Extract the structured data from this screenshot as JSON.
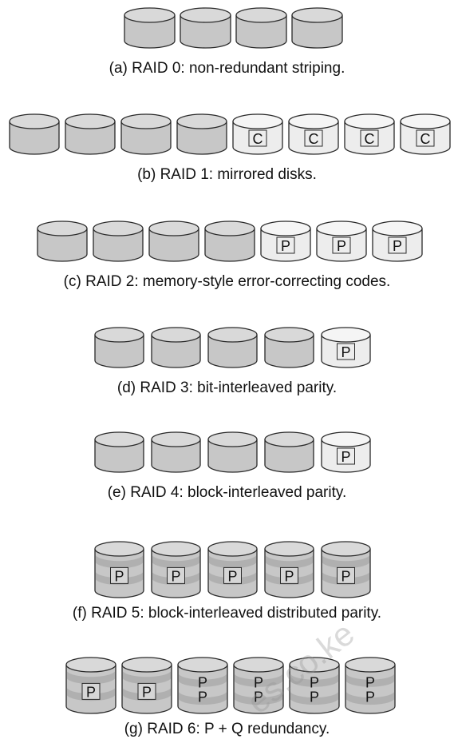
{
  "colors": {
    "disk_fill": "#c7c7c7",
    "disk_top": "#d9d9d9",
    "disk_stroke": "#2a2a2a",
    "redundant_fill": "#ededed",
    "band": "#a8a8a8"
  },
  "levels": [
    {
      "caption": "(a) RAID 0: non-redundant striping.",
      "disks": [
        {
          "kind": "plain"
        },
        {
          "kind": "plain"
        },
        {
          "kind": "plain"
        },
        {
          "kind": "plain"
        }
      ]
    },
    {
      "caption": "(b) RAID 1: mirrored disks.",
      "disks": [
        {
          "kind": "plain"
        },
        {
          "kind": "plain"
        },
        {
          "kind": "plain"
        },
        {
          "kind": "plain"
        },
        {
          "kind": "redundant",
          "labels": [
            "C"
          ]
        },
        {
          "kind": "redundant",
          "labels": [
            "C"
          ]
        },
        {
          "kind": "redundant",
          "labels": [
            "C"
          ]
        },
        {
          "kind": "redundant",
          "labels": [
            "C"
          ]
        }
      ]
    },
    {
      "caption": "(c) RAID 2: memory-style error-correcting codes.",
      "disks": [
        {
          "kind": "plain"
        },
        {
          "kind": "plain"
        },
        {
          "kind": "plain"
        },
        {
          "kind": "plain"
        },
        {
          "kind": "redundant",
          "labels": [
            "P"
          ]
        },
        {
          "kind": "redundant",
          "labels": [
            "P"
          ]
        },
        {
          "kind": "redundant",
          "labels": [
            "P"
          ]
        }
      ]
    },
    {
      "caption": "(d) RAID 3: bit-interleaved parity.",
      "disks": [
        {
          "kind": "plain"
        },
        {
          "kind": "plain"
        },
        {
          "kind": "plain"
        },
        {
          "kind": "plain"
        },
        {
          "kind": "redundant",
          "labels": [
            "P"
          ]
        }
      ]
    },
    {
      "caption": "(e) RAID 4: block-interleaved parity.",
      "disks": [
        {
          "kind": "plain"
        },
        {
          "kind": "plain"
        },
        {
          "kind": "plain"
        },
        {
          "kind": "plain"
        },
        {
          "kind": "redundant",
          "labels": [
            "P"
          ]
        }
      ]
    },
    {
      "caption": "(f) RAID 5: block-interleaved distributed parity.",
      "disks": [
        {
          "kind": "banded",
          "labels": [
            "P"
          ]
        },
        {
          "kind": "banded",
          "labels": [
            "P"
          ]
        },
        {
          "kind": "banded",
          "labels": [
            "P"
          ]
        },
        {
          "kind": "banded",
          "labels": [
            "P"
          ]
        },
        {
          "kind": "banded",
          "labels": [
            "P"
          ]
        }
      ]
    },
    {
      "caption": "(g) RAID 6: P + Q redundancy.",
      "disks": [
        {
          "kind": "banded",
          "labels": [
            "P"
          ]
        },
        {
          "kind": "banded",
          "labels": [
            "P"
          ]
        },
        {
          "kind": "banded",
          "labels": [
            "P",
            "P"
          ]
        },
        {
          "kind": "banded",
          "labels": [
            "P",
            "P"
          ]
        },
        {
          "kind": "banded",
          "labels": [
            "P",
            "P"
          ]
        },
        {
          "kind": "banded",
          "labels": [
            "P",
            "P"
          ]
        }
      ]
    }
  ],
  "watermark": "es.co.ke"
}
